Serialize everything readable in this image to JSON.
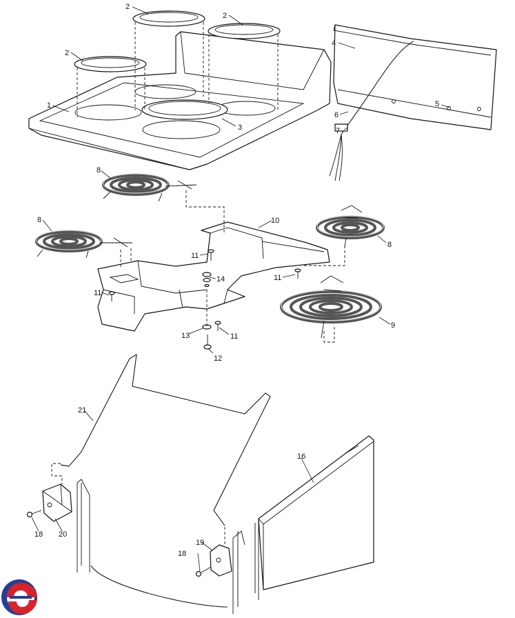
{
  "diagram": {
    "callouts": {
      "c1": "1",
      "c2a": "2",
      "c2b": "2",
      "c2c": "2",
      "c3": "3",
      "c4": "4",
      "c5": "5",
      "c6": "6",
      "c7": "7",
      "c8a": "8",
      "c8b": "8",
      "c8c": "8",
      "c9": "9",
      "c10": "10",
      "c11a": "11",
      "c11b": "11",
      "c11c": "11",
      "c11d": "11",
      "c12": "12",
      "c13": "13",
      "c14": "14",
      "c16": "16",
      "c18a": "18",
      "c18b": "18",
      "c19": "19",
      "c20": "20",
      "c21": "21"
    },
    "logo": {
      "name": "brand-logo",
      "colors": [
        "#1f3f9a",
        "#d8232a"
      ]
    }
  }
}
